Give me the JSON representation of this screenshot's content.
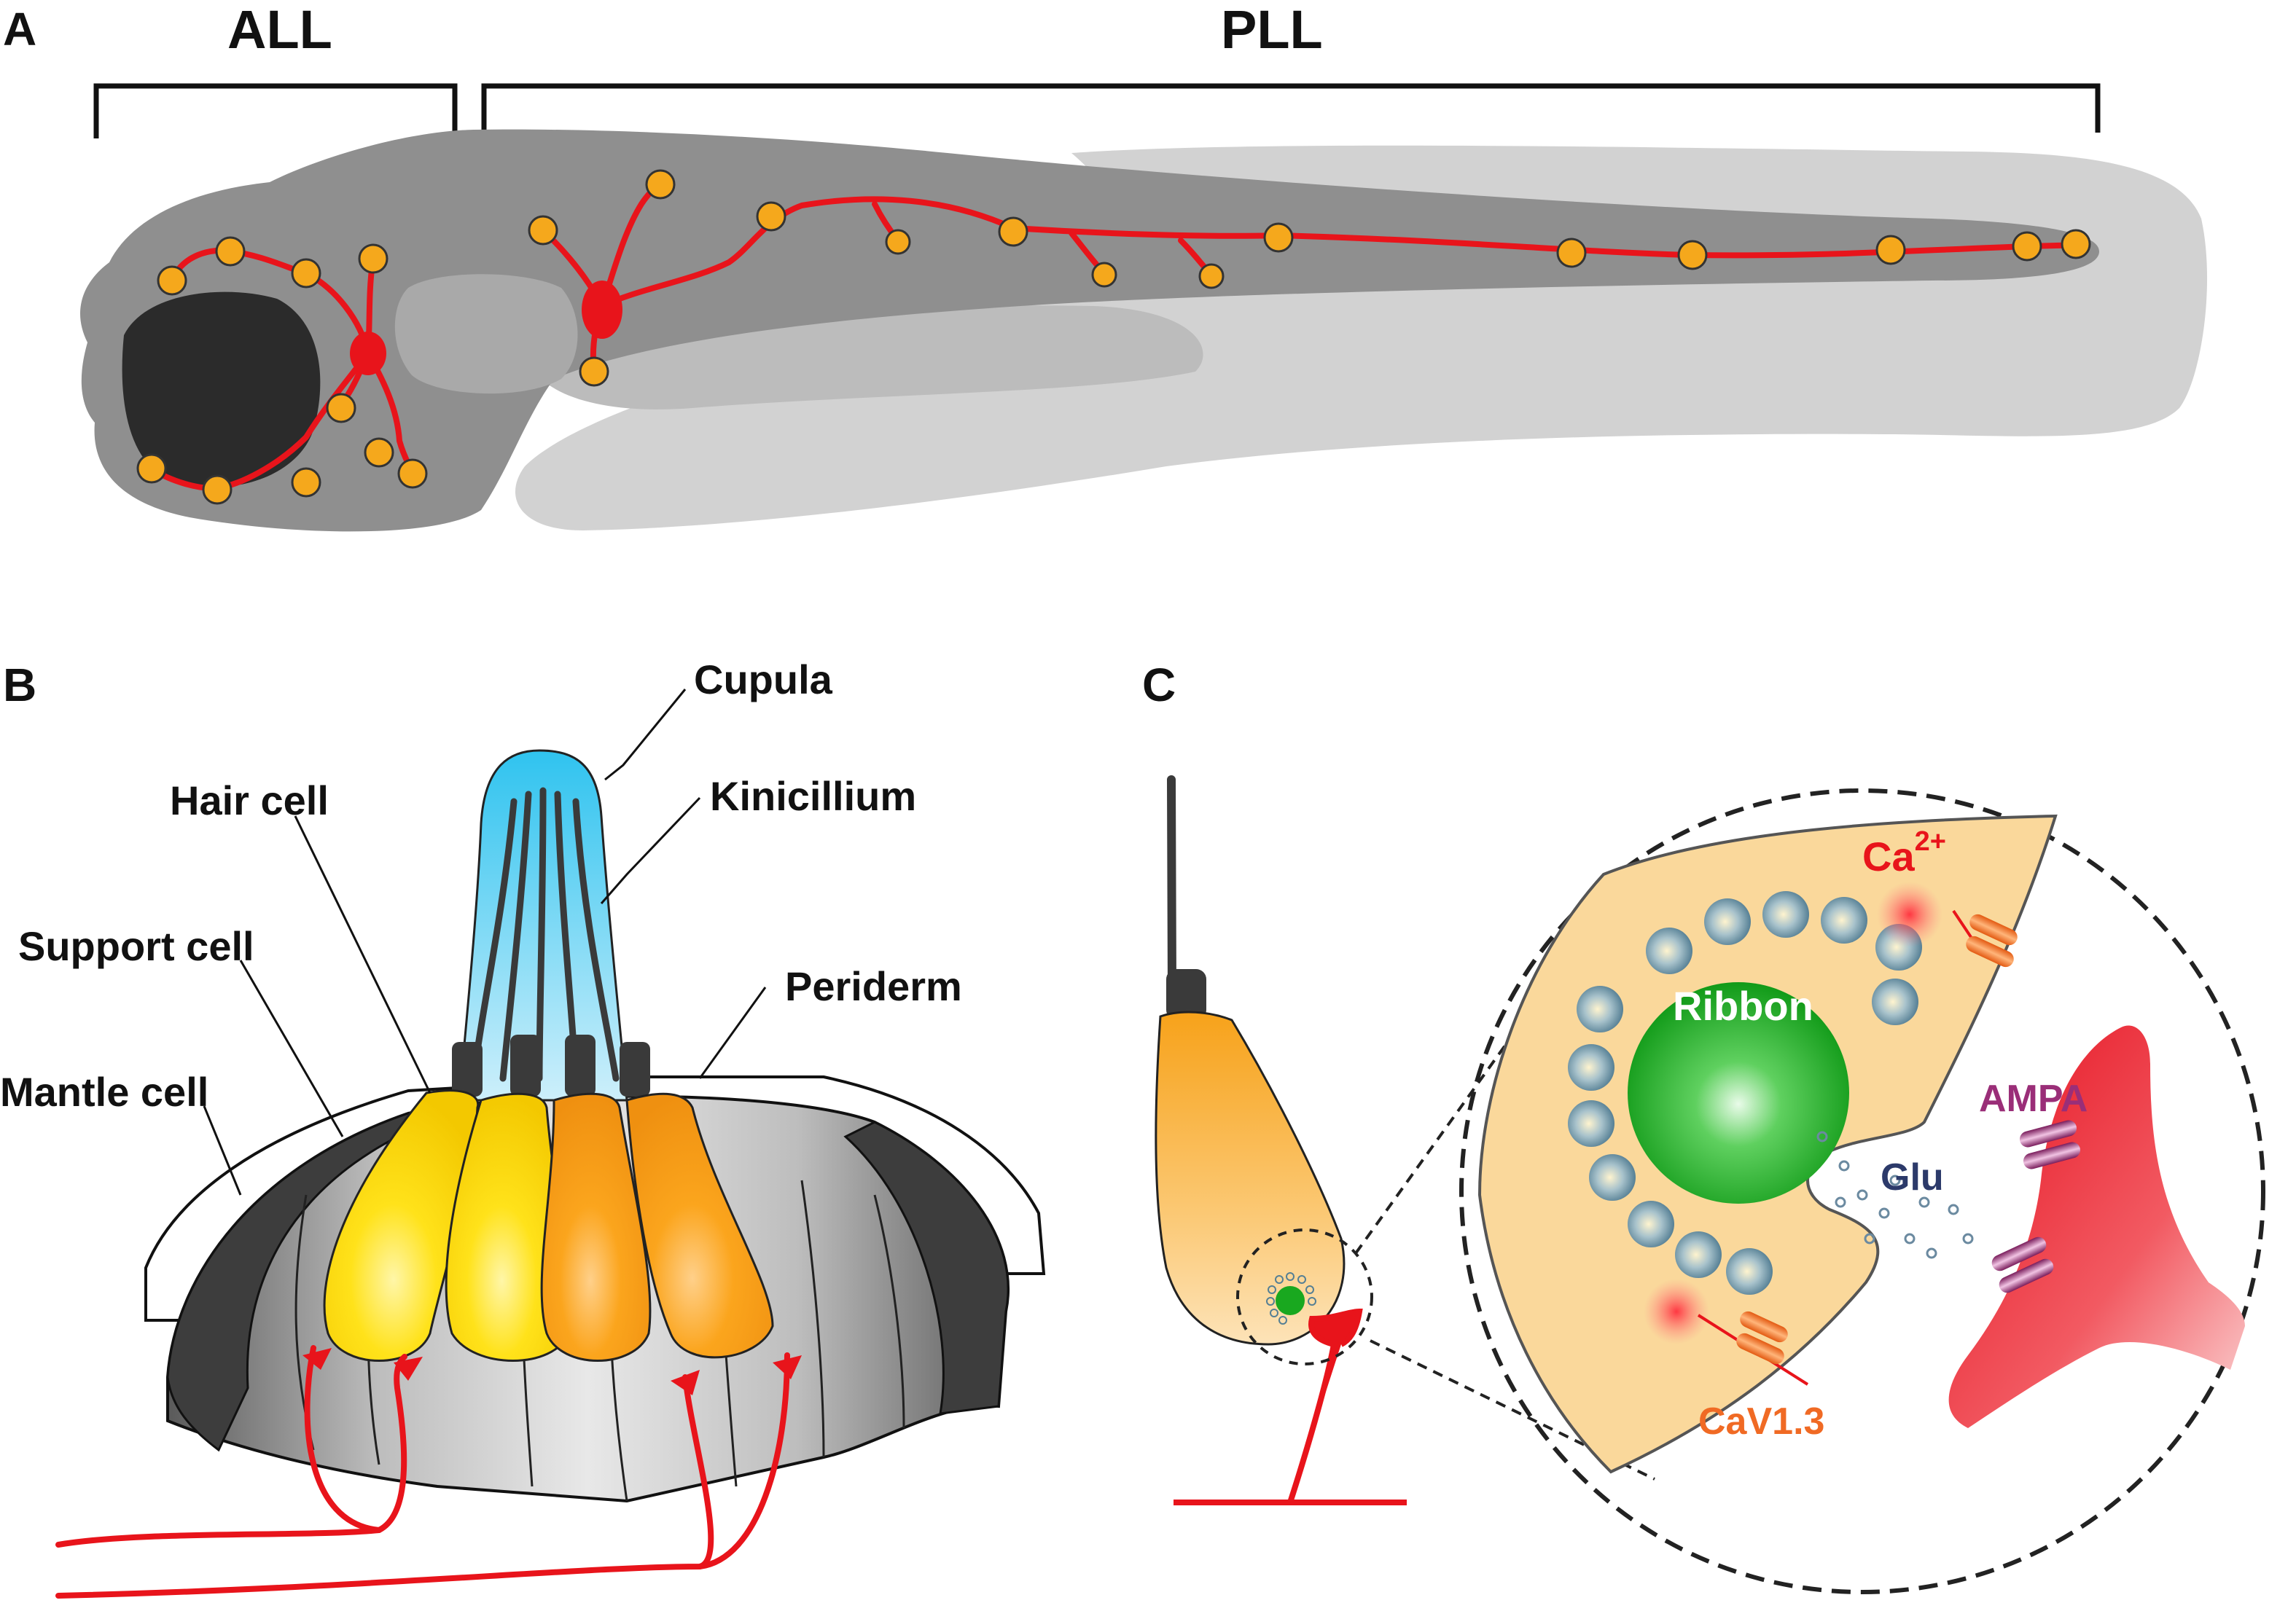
{
  "panel_a": {
    "letter": "A",
    "bracket_left_label": "ALL",
    "bracket_right_label": "PLL"
  },
  "panel_b": {
    "letter": "B",
    "labels": {
      "cupula": "Cupula",
      "kinocilium": "Kinicillium",
      "hair_cell": "Hair cell",
      "support_cell": "Support cell",
      "periderm": "Periderm",
      "mantle_cell": "Mantle cell"
    }
  },
  "panel_c": {
    "letter": "C",
    "labels": {
      "ribbon": "Ribbon",
      "calcium": "Ca",
      "calcium_superscript": "2+",
      "ampa": "AMPA",
      "glutamate": "Glu",
      "channel": "CaV1.3"
    }
  },
  "colors": {
    "nerve_red": "#e8141b",
    "neuromast_orange": "#f5a81c",
    "larva_body_gray": "#8f8f8f",
    "fin_gray": "#d2d2d2",
    "eye_black": "#2b2b2b",
    "cupula_blue": "#5fd1f2",
    "hair_cell_yellow": "#ffde0a",
    "hair_cell_orange": "#f9a31b",
    "synapse_cytoplasm": "#fad89b",
    "ribbon_green": "#19a81f",
    "vesicle_blue": "#6b95a9",
    "ampa_purple": "#8e2a6e",
    "cav_label_orange": "#f06a24",
    "ampa_label_purple": "#9a2e78"
  }
}
